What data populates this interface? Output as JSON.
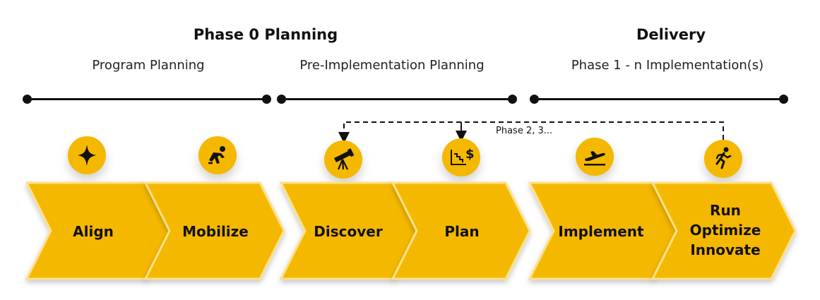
{
  "headings": {
    "phase0": "Phase 0 Planning",
    "delivery": "Delivery"
  },
  "subheadings": {
    "program_planning": "Program Planning",
    "pre_implementation": "Pre-Implementation Planning",
    "implementation": "Phase 1 - n Implementation(s)"
  },
  "loop_label": "Phase 2, 3...",
  "stages": [
    {
      "label": "Align",
      "icon": "sparkle-icon"
    },
    {
      "label": "Mobilize",
      "icon": "runner-start-icon"
    },
    {
      "label": "Discover",
      "icon": "telescope-icon"
    },
    {
      "label": "Plan",
      "icon": "cost-plan-icon"
    },
    {
      "label": "Implement",
      "icon": "airplane-takeoff-icon"
    },
    {
      "label_lines": [
        "Run",
        "Optimize",
        "Innovate"
      ],
      "icon": "running-person-icon"
    }
  ],
  "colors": {
    "chevron_fill": "#f5b800",
    "chevron_edge": "#e0a800",
    "line": "#111111"
  }
}
